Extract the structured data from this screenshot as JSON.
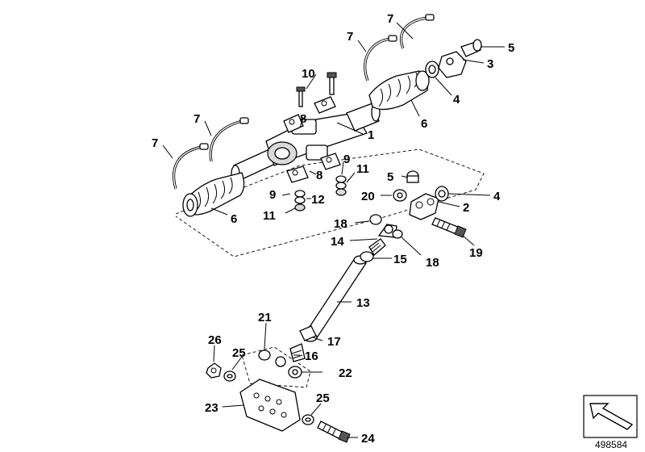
{
  "callouts": {
    "c1": "1",
    "c2": "2",
    "c3": "3",
    "c4a": "4",
    "c4b": "4",
    "c5a": "5",
    "c5b": "5",
    "c6a": "6",
    "c6b": "6",
    "c7a": "7",
    "c7b": "7",
    "c7c": "7",
    "c7d": "7",
    "c8a": "8",
    "c8b": "8",
    "c9a": "9",
    "c9b": "9",
    "c10": "10",
    "c11a": "11",
    "c11b": "11",
    "c12": "12",
    "c13": "13",
    "c14": "14",
    "c15": "15",
    "c16": "16",
    "c17": "17",
    "c18a": "18",
    "c18b": "18",
    "c19": "19",
    "c20": "20",
    "c21": "21",
    "c22": "22",
    "c23": "23",
    "c24": "24",
    "c25a": "25",
    "c25b": "25",
    "c26": "26"
  },
  "document_number": "498584",
  "corner_symbol": "arrow-navigation-icon"
}
